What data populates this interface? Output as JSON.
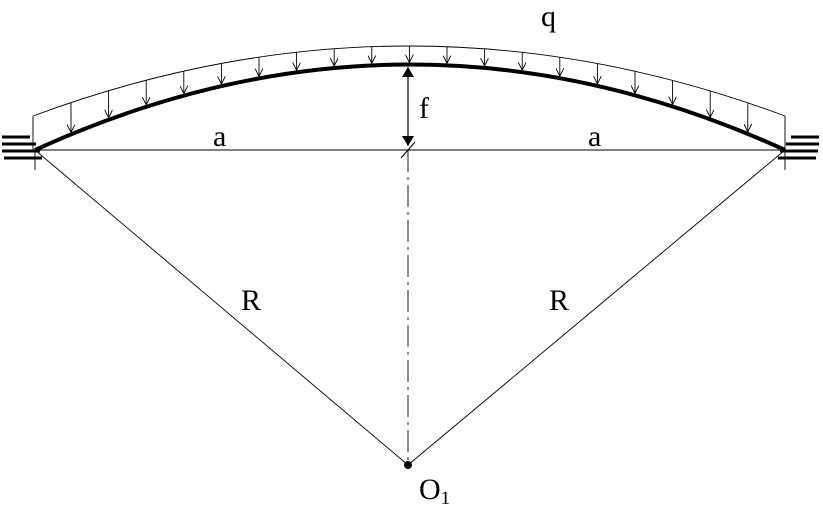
{
  "labels": {
    "load": "q",
    "rise": "f",
    "half_span_left": "a",
    "half_span_right": "a",
    "radius_left": "R",
    "radius_right": "R",
    "center": "O",
    "center_subscript": "1"
  },
  "colors": {
    "line": "#000000",
    "background": "#ffffff"
  }
}
